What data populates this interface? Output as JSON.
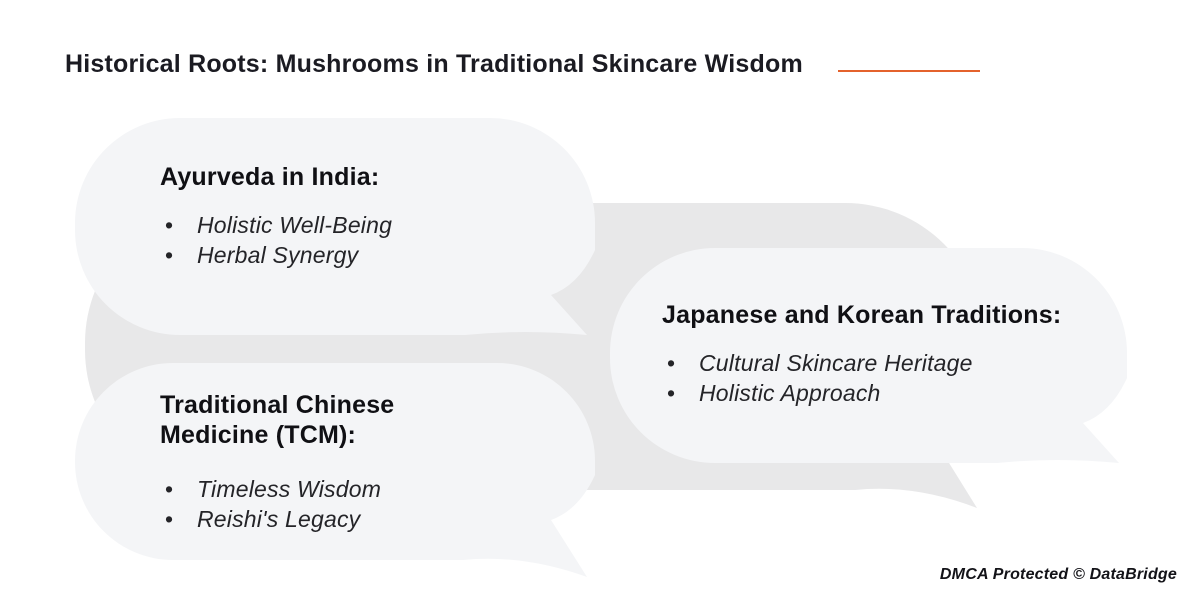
{
  "header": {
    "title": "Historical Roots: Mushrooms in Traditional Skincare Wisdom"
  },
  "colors": {
    "underline_accent": "#e4622c",
    "bubble_light": "#f4f5f7",
    "bubble_dark": "#e8e8e9",
    "title_text": "#1b1b22",
    "body_text": "#242428"
  },
  "bubbles": [
    {
      "heading": "Ayurveda in India:",
      "bullets": [
        "Holistic Well-Being",
        "Herbal Synergy"
      ]
    },
    {
      "heading": "Japanese and Korean Traditions:",
      "bullets": [
        "Cultural Skincare Heritage",
        "Holistic Approach"
      ]
    },
    {
      "heading": "Traditional Chinese Medicine (TCM):",
      "bullets": [
        "Timeless Wisdom",
        "Reishi's Legacy"
      ]
    }
  ],
  "footer": {
    "watermark": "DMCA Protected © DataBridge"
  }
}
